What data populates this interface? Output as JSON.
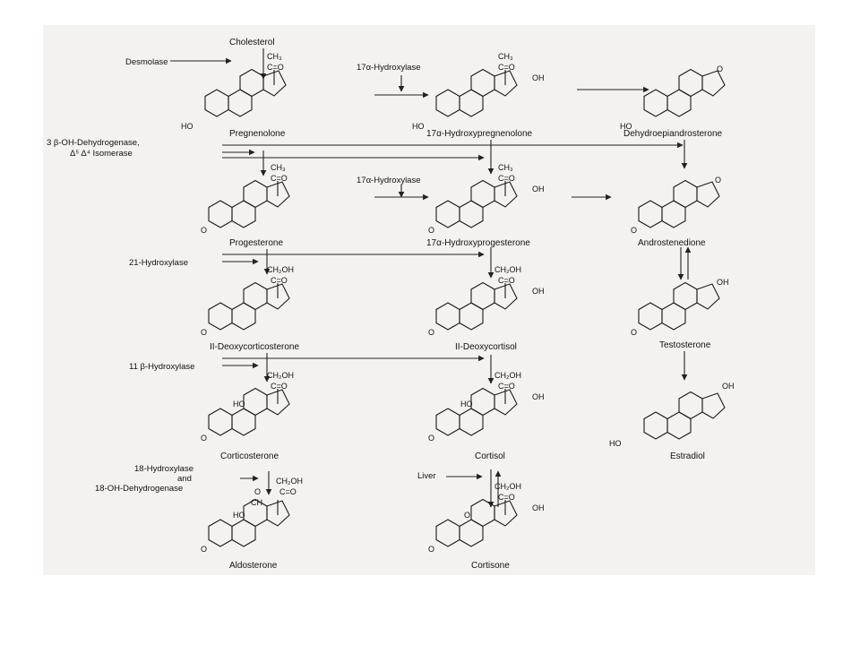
{
  "molecules": {
    "cholesterol": "Cholesterol",
    "pregnenolone": "Pregnenolone",
    "hydroxypregnenolone": "17α-Hydroxypregnenolone",
    "dhea": "Dehydroepiandrosterone",
    "progesterone": "Progesterone",
    "hydroxyprogesterone": "17α-Hydroxyprogesterone",
    "androstenedione": "Androstenedione",
    "deoxycorticosterone": "II-Deoxycorticosterone",
    "deoxycortisol": "II-Deoxycortisol",
    "testosterone": "Testosterone",
    "corticosterone": "Corticosterone",
    "cortisol": "Cortisol",
    "estradiol": "Estradiol",
    "aldosterone": "Aldosterone",
    "cortisone": "Cortisone"
  },
  "enzymes": {
    "desmolase": "Desmolase",
    "hydroxylase17_top": "17α-Hydroxylase",
    "dehydrogenase_line1": "3 β-OH-Dehydrogenase,",
    "isomerase_line2": "Δ⁵ Δ⁴ Isomerase",
    "hydroxylase17_mid": "17α-Hydroxylase",
    "hydroxylase21": "21-Hydroxylase",
    "hydroxylase11": "11 β-Hydroxylase",
    "hydroxylase18_line1": "18-Hydroxylase",
    "and_line2": "and",
    "dehydrogenase18_line3": "18-OH-Dehydrogenase",
    "liver": "Liver"
  },
  "groups": {
    "ch3": "CH₃",
    "ch2oh": "CH₂OH",
    "c_eq_o": "C=O",
    "oh": "OH",
    "ho": "HO",
    "o": "O",
    "ch": "CH"
  }
}
